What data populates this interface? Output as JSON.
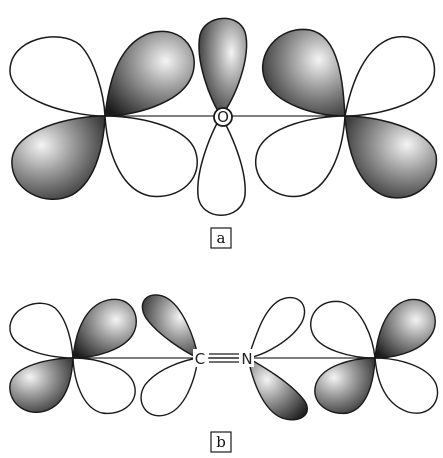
{
  "panels": [
    {
      "label": "a",
      "atoms": [
        "O"
      ]
    },
    {
      "label": "b",
      "atoms": [
        "C",
        "N"
      ]
    }
  ],
  "colors": {
    "outline": "#1a1a1a",
    "shaded_dark": "#1c1c1c",
    "shaded_light": "#e8e8e8",
    "unshaded": "#ffffff"
  }
}
